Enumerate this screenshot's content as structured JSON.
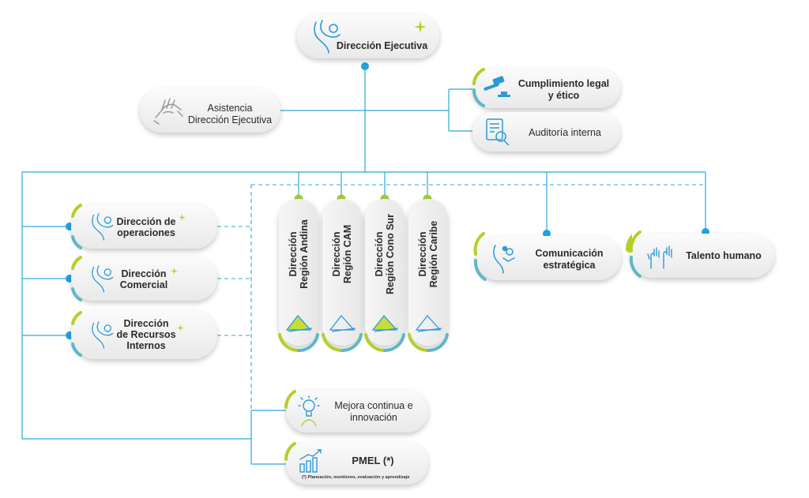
{
  "nodes": {
    "ejecutiva": "Dirección Ejecutiva",
    "asistencia_1": "Asistencia",
    "asistencia_2": "Dirección Ejecutiva",
    "cumplimiento_1": "Cumplimiento legal",
    "cumplimiento_2": "y ético",
    "auditoria": "Auditoría interna",
    "operaciones_1": "Dirección de",
    "operaciones_2": "operaciones",
    "comercial_1": "Dirección",
    "comercial_2": "Comercial",
    "recursos_1": "Dirección",
    "recursos_2": "de Recursos",
    "recursos_3": "Internos",
    "andina_1": "Dirección",
    "andina_2": "Región Andina",
    "cam_1": "Dirección",
    "cam_2": "Región CAM",
    "conosur_1": "Dirección",
    "conosur_2": "Región Cono Sur",
    "caribe_1": "Dirección",
    "caribe_2": "Región Caribe",
    "comunicacion_1": "Comunicación",
    "comunicacion_2": "estratégica",
    "talento": "Talento humano",
    "mejora_1": "Mejora continua e",
    "mejora_2": "innovación",
    "pmel": "PMEL (*)",
    "pmel_note": "(*) Planeación, monitoreo, evaluación y aprendizaje"
  },
  "colors": {
    "line": "#29a8e0",
    "accent_green": "#b5cf2a",
    "dot_blue": "#1fa3df",
    "dot_green": "#a9c934",
    "icon": "#2a9bd6"
  },
  "icons": [
    "person-raising-hand-icon",
    "handshake-icon",
    "gavel-icon",
    "document-search-icon",
    "triangle-mountain-icon",
    "microphone-person-icon",
    "raised-hands-icon",
    "lightbulb-icon",
    "chart-growth-icon",
    "sparkle-icon"
  ]
}
